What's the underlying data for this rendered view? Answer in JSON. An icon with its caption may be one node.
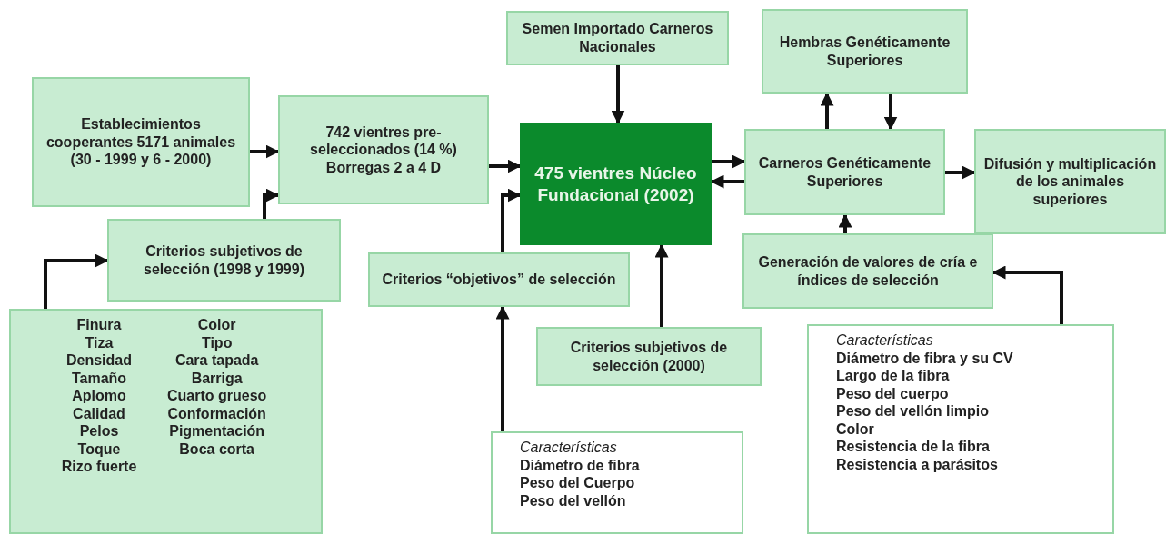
{
  "diagram": {
    "nodes": [
      {
        "text": [
          "Establecimientos cooperantes 5171 animales (30 - 1999 y 6 - 2000)"
        ]
      },
      {
        "text": [
          "742 vientres pre-seleccionados (14 %) Borregas 2 a 4 D"
        ]
      },
      {
        "text": [
          "Semen Importado Carneros Nacionales"
        ]
      },
      {
        "text": [
          "Hembras Genéticamente Superiores"
        ]
      },
      {
        "text": [
          "475 vientres Núcleo Fundacional (2002)"
        ]
      },
      {
        "text": [
          "Carneros Genéticamente Superiores"
        ]
      },
      {
        "text": [
          "Difusión y multiplicación de los animales superiores"
        ]
      },
      {
        "text": [
          "Criterios subjetivos de selección (1998 y 1999)"
        ]
      },
      {
        "text": [
          "Criterios “objetivos” de selección"
        ]
      },
      {
        "text": [
          "Generación de valores de cría e índices de selección"
        ]
      },
      {
        "text": [
          "Criterios subjetivos de selección (2000)"
        ]
      },
      {
        "text": [
          "Finura",
          "Color",
          "Tiza",
          "Tipo",
          "Densidad",
          "Cara tapada",
          "Tamaño",
          "Barriga",
          "Aplomo",
          "Cuarto grueso",
          "Calidad",
          "Conformación",
          "Pelos",
          "Pigmentación",
          "Toque",
          "Boca corta",
          "Rizo fuerte"
        ]
      },
      {
        "text": [
          "Características",
          "Diámetro de fibra",
          "Peso del Cuerpo",
          "Peso del vellón"
        ]
      },
      {
        "text": [
          "Características",
          "Diámetro de fibra y su CV",
          "Largo de la fibra",
          "Peso del cuerpo",
          "Peso del vellón limpio",
          "Color",
          "Resistencia de la fibra",
          "Resistencia a parásitos"
        ]
      }
    ],
    "edges": [
      {
        "from": 0,
        "to": 1,
        "arrow": "to"
      },
      {
        "from": 7,
        "to": 1,
        "arrow": "to"
      },
      {
        "from": 11,
        "to": 7,
        "arrow": "to"
      },
      {
        "from": 1,
        "to": 4,
        "arrow": "to"
      },
      {
        "from": 8,
        "to": 4,
        "arrow": "to"
      },
      {
        "from": 12,
        "to": 8,
        "arrow": "to"
      },
      {
        "from": 10,
        "to": 4,
        "arrow": "to"
      },
      {
        "from": 2,
        "to": 4,
        "arrow": "to"
      },
      {
        "from": 4,
        "to": 5,
        "arrow": "to"
      },
      {
        "from": 5,
        "to": 4,
        "arrow": "to"
      },
      {
        "from": 5,
        "to": 3,
        "arrow": "to"
      },
      {
        "from": 3,
        "to": 5,
        "arrow": "to"
      },
      {
        "from": 5,
        "to": 6,
        "arrow": "to"
      },
      {
        "from": 9,
        "to": 5,
        "arrow": "to"
      },
      {
        "from": 13,
        "to": 9,
        "arrow": "to"
      }
    ]
  }
}
